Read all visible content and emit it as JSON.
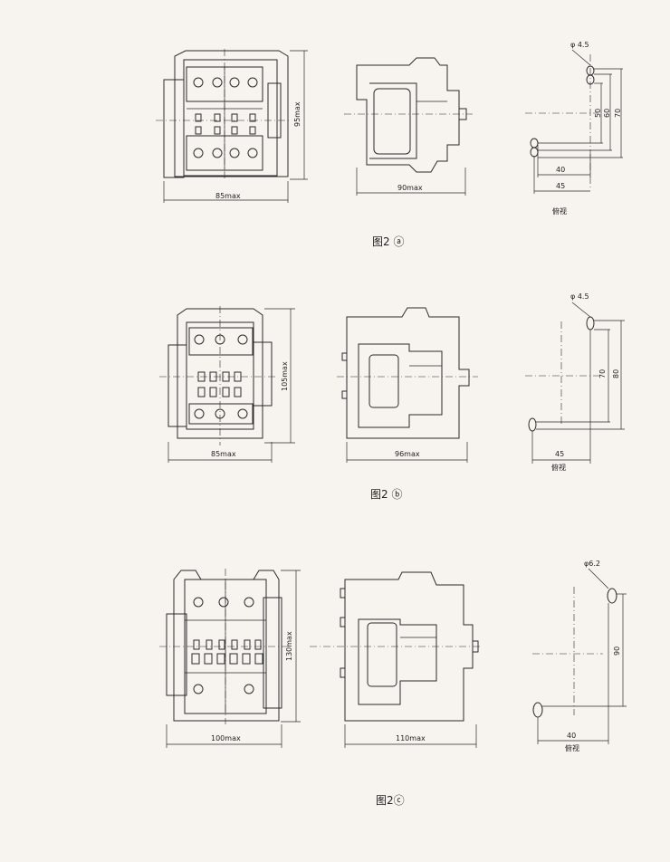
{
  "figure_a": {
    "caption": "图2 ⓐ",
    "front_width": "85max",
    "front_height": "95max",
    "side_depth": "90max",
    "hole_dia": "φ 4.5",
    "dim_50": "50",
    "dim_60": "60",
    "dim_70": "70",
    "dim_40": "40",
    "dim_45": "45",
    "view_label": "俯视"
  },
  "figure_b": {
    "caption": "图2 ⓑ",
    "front_width": "85max",
    "front_height": "105max",
    "side_depth": "96max",
    "hole_dia": "φ 4.5",
    "dim_70": "70",
    "dim_80": "80",
    "dim_45": "45",
    "view_label": "俯视"
  },
  "figure_c": {
    "caption": "图2ⓒ",
    "front_width": "100max",
    "front_height": "130max",
    "side_depth": "110max",
    "hole_dia": "φ6.2",
    "dim_90": "90",
    "dim_40": "40",
    "view_label": "俯视"
  }
}
